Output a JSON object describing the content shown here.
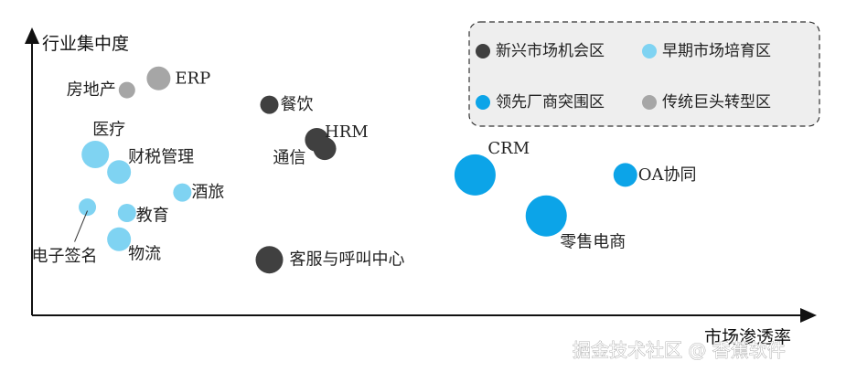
{
  "chart_data": {
    "type": "scatter",
    "title": "",
    "xlabel": "市场渗透率",
    "ylabel": "行业集中度",
    "grid": false,
    "legend_position": "top-right",
    "legend": [
      {
        "name": "新兴市场机会区",
        "color": "#404040"
      },
      {
        "name": "早期市场培育区",
        "color": "#7fd3f2"
      },
      {
        "name": "领先厂商突围区",
        "color": "#0ca4e8"
      },
      {
        "name": "传统巨头转型区",
        "color": "#a6a6a6"
      }
    ],
    "series": [
      {
        "name": "新兴市场机会区",
        "points": [
          {
            "label": "餐饮",
            "x": 0.3,
            "y": 0.72,
            "size": 1
          },
          {
            "label": "HRM",
            "x": 0.37,
            "y": 0.57,
            "size": 1.5
          },
          {
            "label": "通信",
            "x": 0.36,
            "y": 0.6,
            "size": 1.6
          },
          {
            "label": "客服与呼叫中心",
            "x": 0.3,
            "y": 0.19,
            "size": 2.0
          }
        ]
      },
      {
        "name": "早期市场培育区",
        "points": [
          {
            "label": "医疗",
            "x": 0.08,
            "y": 0.55,
            "size": 2.0
          },
          {
            "label": "财税管理",
            "x": 0.11,
            "y": 0.49,
            "size": 1.6
          },
          {
            "label": "酒旅",
            "x": 0.19,
            "y": 0.42,
            "size": 1
          },
          {
            "label": "教育",
            "x": 0.12,
            "y": 0.35,
            "size": 1
          },
          {
            "label": "物流",
            "x": 0.11,
            "y": 0.26,
            "size": 1.6
          },
          {
            "label": "电子签名",
            "x": 0.07,
            "y": 0.37,
            "size": 0.9
          }
        ]
      },
      {
        "name": "领先厂商突围区",
        "points": [
          {
            "label": "CRM",
            "x": 0.56,
            "y": 0.48,
            "size": 3.5
          },
          {
            "label": "零售电商",
            "x": 0.65,
            "y": 0.34,
            "size": 3.5
          },
          {
            "label": "OA协同",
            "x": 0.75,
            "y": 0.48,
            "size": 1.6
          }
        ]
      },
      {
        "name": "传统巨头转型区",
        "points": [
          {
            "label": "ERP",
            "x": 0.16,
            "y": 0.81,
            "size": 1.6
          },
          {
            "label": "房地产",
            "x": 0.12,
            "y": 0.77,
            "size": 0.8
          }
        ]
      }
    ]
  },
  "watermark": "掘金技术社区 @ 香蕉软件"
}
